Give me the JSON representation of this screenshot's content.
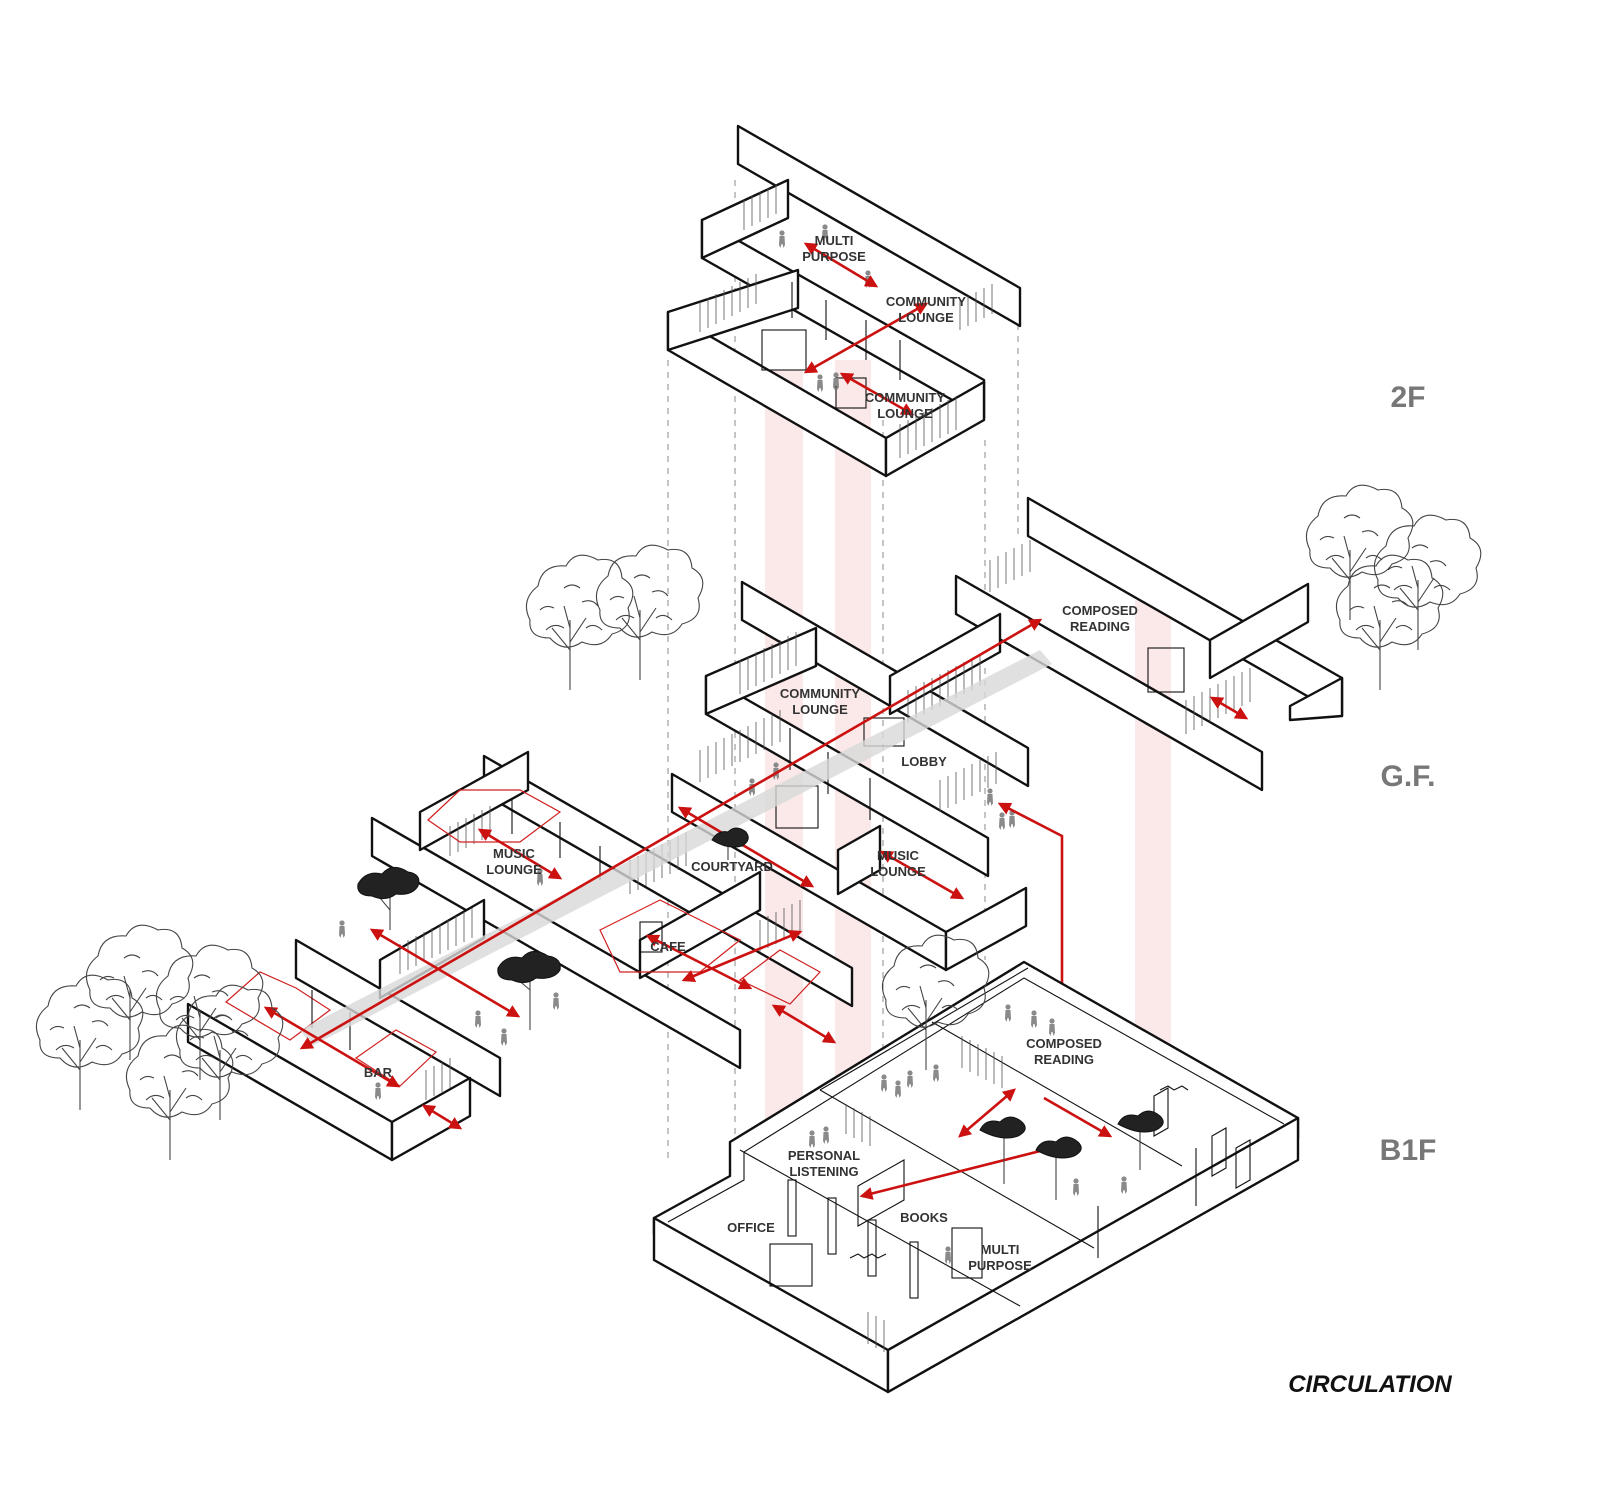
{
  "diagram": {
    "title": "CIRCULATION",
    "floors": [
      {
        "label": "2F"
      },
      {
        "label": "G.F."
      },
      {
        "label": "B1F"
      }
    ],
    "spaces_2f": [
      {
        "line1": "MULTI",
        "line2": "PURPOSE"
      },
      {
        "line1": "COMMUNITY",
        "line2": "LOUNGE"
      },
      {
        "line1": "COMMUNITY",
        "line2": "LOUNGE"
      }
    ],
    "spaces_gf": [
      {
        "line1": "COMPOSED",
        "line2": "READING"
      },
      {
        "line1": "COMMUNITY",
        "line2": "LOUNGE"
      },
      {
        "line1": "LOBBY",
        "line2": ""
      },
      {
        "line1": "MUSIC",
        "line2": "LOUNGE"
      },
      {
        "line1": "COURTYARD",
        "line2": ""
      },
      {
        "line1": "MUSIC",
        "line2": "LOUNGE"
      },
      {
        "line1": "CAFE",
        "line2": ""
      },
      {
        "line1": "BAR",
        "line2": ""
      }
    ],
    "spaces_b1f": [
      {
        "line1": "COMPOSED",
        "line2": "READING"
      },
      {
        "line1": "PERSONAL",
        "line2": "LISTENING"
      },
      {
        "line1": "OFFICE",
        "line2": ""
      },
      {
        "line1": "BOOKS",
        "line2": ""
      },
      {
        "line1": "MULTI",
        "line2": "PURPOSE"
      }
    ],
    "colors": {
      "circulation": "#cc1111",
      "shaft": "#f7d6d6",
      "lines": "#111111",
      "floor_labels": "#777777"
    },
    "icons": [
      "tree-icon",
      "person-icon",
      "arrow-icon"
    ]
  }
}
